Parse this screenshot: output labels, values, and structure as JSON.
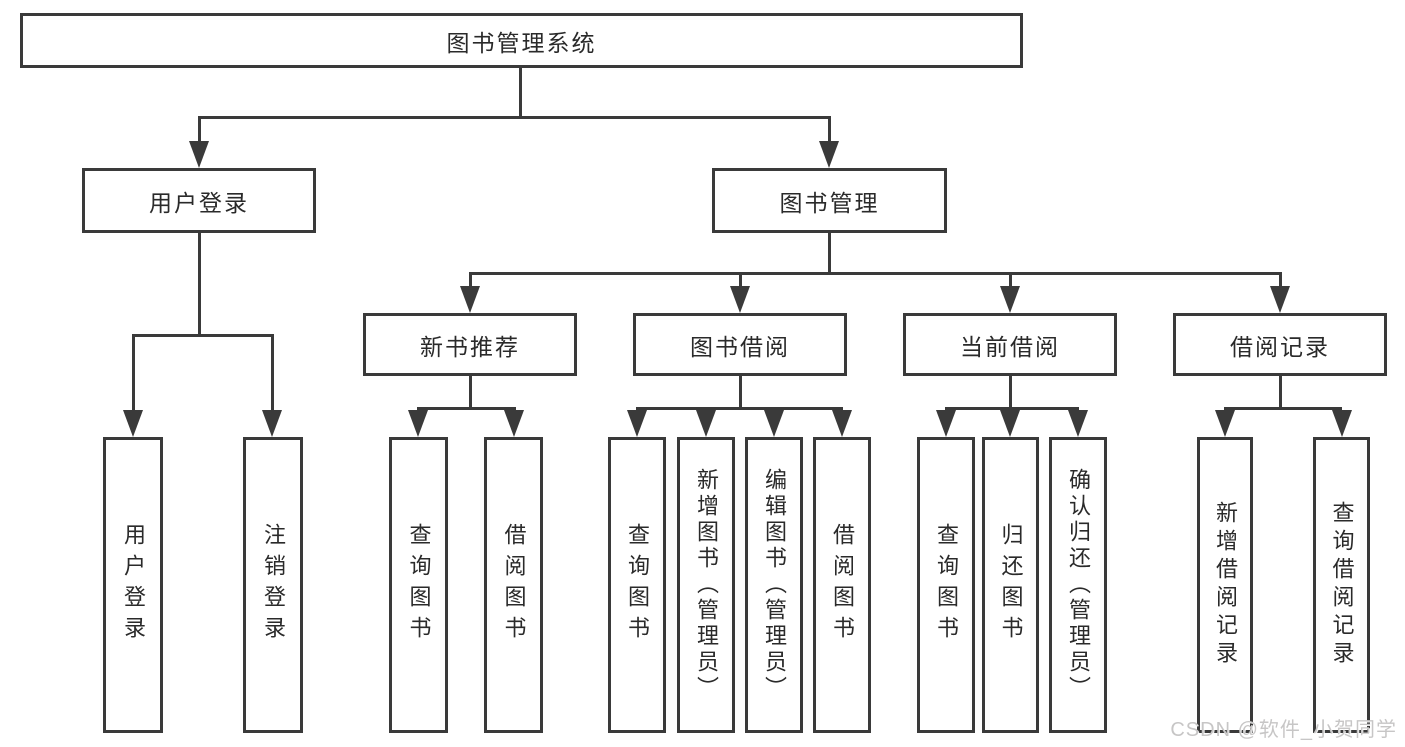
{
  "diagram": {
    "title": "图书管理系统",
    "type": "hierarchy-tree",
    "tree": {
      "label": "图书管理系统",
      "children": [
        {
          "label": "用户登录",
          "children": [
            {
              "label": "用户登录"
            },
            {
              "label": "注销登录"
            }
          ]
        },
        {
          "label": "图书管理",
          "children": [
            {
              "label": "新书推荐",
              "children": [
                {
                  "label": "查询图书"
                },
                {
                  "label": "借阅图书"
                }
              ]
            },
            {
              "label": "图书借阅",
              "children": [
                {
                  "label": "查询图书"
                },
                {
                  "label": "新增图书（管理员）"
                },
                {
                  "label": "编辑图书（管理员）"
                },
                {
                  "label": "借阅图书"
                }
              ]
            },
            {
              "label": "当前借阅",
              "children": [
                {
                  "label": "查询图书"
                },
                {
                  "label": "归还图书"
                },
                {
                  "label": "确认归还（管理员）"
                }
              ]
            },
            {
              "label": "借阅记录",
              "children": [
                {
                  "label": "新增借阅记录"
                },
                {
                  "label": "查询借阅记录"
                }
              ]
            }
          ]
        }
      ]
    },
    "colors": {
      "line": "#3a3a3a",
      "text": "#2a2a2a",
      "background": "#ffffff",
      "watermark": "#c7c6c6"
    }
  },
  "watermark": {
    "text": "CSDN @软件_小贺同学"
  }
}
